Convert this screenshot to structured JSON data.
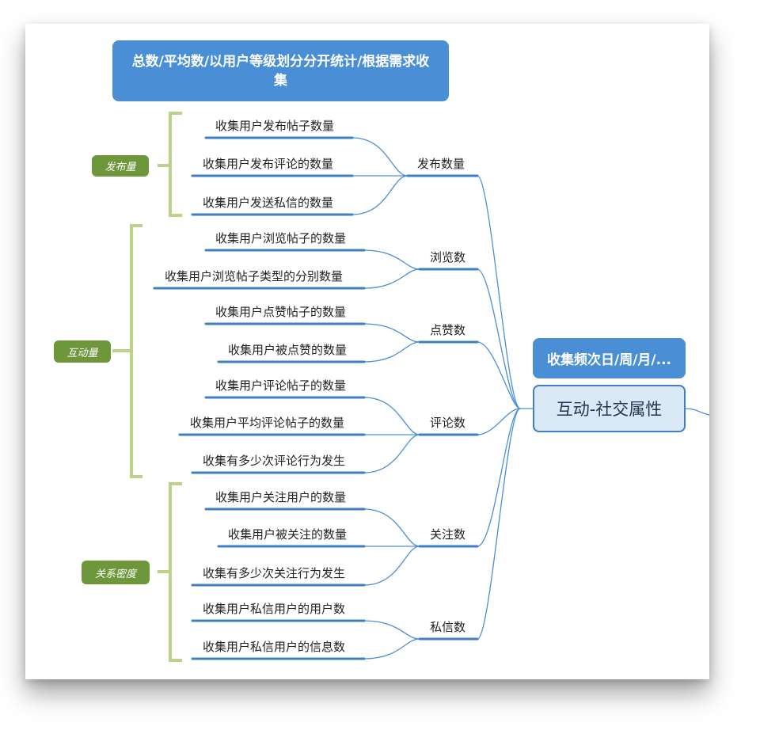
{
  "top_note": "总数/平均数/以用户等级划分分开统计/根据需求收集",
  "frequency": "收集频次日/周/月/...",
  "root": "互动-社交属性",
  "groups": {
    "publish": "发布量",
    "interact": "互动量",
    "relation": "关系密度"
  },
  "categories": {
    "publish": "发布数量",
    "browse": "浏览数",
    "like": "点赞数",
    "comment": "评论数",
    "follow": "关注数",
    "message": "私信数"
  },
  "items": {
    "publish": [
      "收集用户发布帖子数量",
      "收集用户发布评论的数量",
      "收集用户发送私信的数量"
    ],
    "browse": [
      "收集用户浏览帖子的数量",
      "收集用户浏览帖子类型的分别数量"
    ],
    "like": [
      "收集用户点赞帖子的数量",
      "收集用户被点赞的数量"
    ],
    "comment": [
      "收集用户评论帖子的数量",
      "收集用户平均评论帖子的数量",
      "收集有多少次评论行为发生"
    ],
    "follow": [
      "收集用户关注用户的数量",
      "收集用户被关注的数量",
      "收集有多少次关注行为发生"
    ],
    "message": [
      "收集用户私信用户的用户数",
      "收集用户私信用户的信息数"
    ]
  }
}
